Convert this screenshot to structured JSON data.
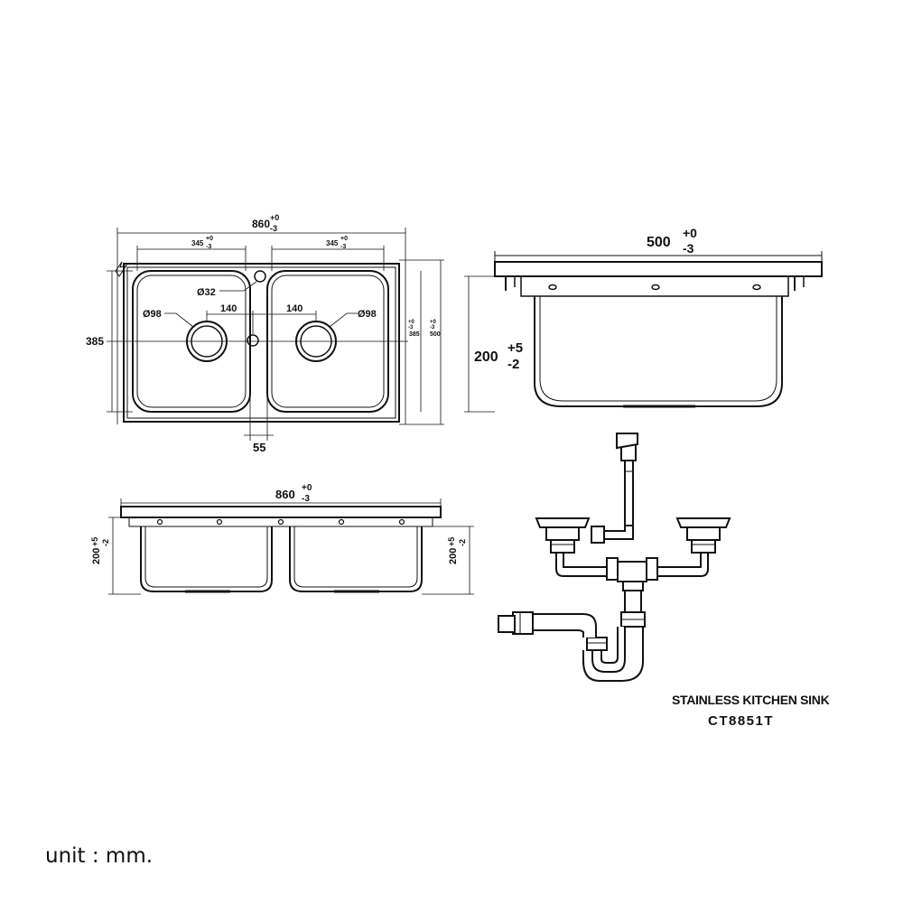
{
  "product": {
    "title": "STAINLESS KITCHEN SINK",
    "model": "CT8851T"
  },
  "unit_note": "unit : mm.",
  "top_view": {
    "overall_width": "860",
    "overall_width_tol_plus": "+0",
    "overall_width_tol_minus": "-3",
    "bowl_width_left": "345",
    "bowl_width_left_tol_plus": "+0",
    "bowl_width_left_tol_minus": "-3",
    "bowl_width_right": "345",
    "bowl_width_right_tol_plus": "+0",
    "bowl_width_right_tol_minus": "-3",
    "bowl_depth": "385",
    "bowl_depth_right": "385",
    "overall_depth": "500",
    "tol_small_plus": "+0",
    "tol_small_minus": "-3",
    "faucet_hole": "Ø32",
    "drain_left": "Ø98",
    "drain_right": "Ø98",
    "drain_offset_left": "140",
    "drain_offset_right": "140",
    "divider_width": "55"
  },
  "side_view": {
    "width": "500",
    "width_tol_plus": "+0",
    "width_tol_minus": "-3",
    "height": "200",
    "height_tol_plus": "+5",
    "height_tol_minus": "-2"
  },
  "front_view": {
    "width": "860",
    "width_tol_plus": "+0",
    "width_tol_minus": "-3",
    "height_left": "200",
    "height_right": "200",
    "height_tol_plus": "+5",
    "height_tol_minus": "-2"
  }
}
